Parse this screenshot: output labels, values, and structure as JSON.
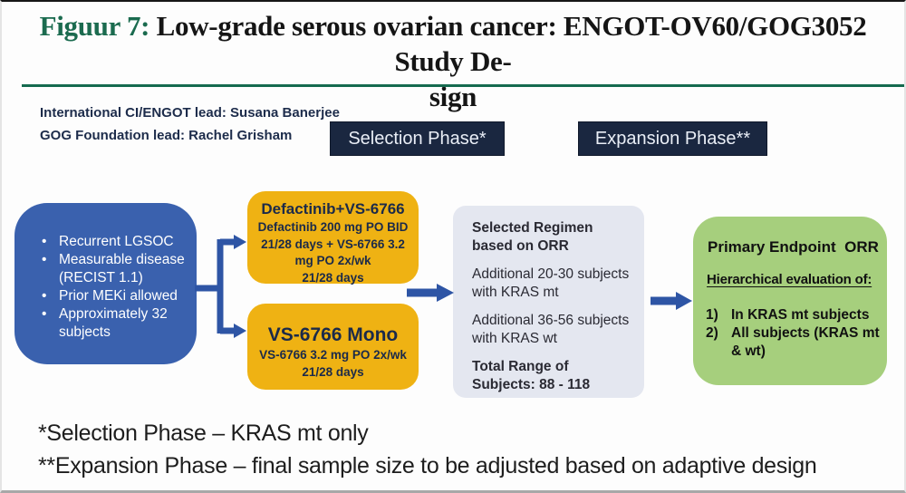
{
  "colors": {
    "title_accent": "#1b6b4f",
    "rule": "#156a4f",
    "header_bg": "#1a2740",
    "eligibility_bg": "#3a61ae",
    "arm_bg": "#efb213",
    "selected_bg": "#e4e7f0",
    "endpoint_bg": "#a6cf7d",
    "arrow": "#2e55a5"
  },
  "title": {
    "prefix": "Figuur 7:",
    "line1_rest": " Low-grade serous ovarian cancer: ENGOT-OV60/GOG3052 Study De-",
    "line2": "sign"
  },
  "leads": {
    "line1": "International CI/ENGOT lead: Susana Banerjee",
    "line2": "GOG Foundation lead: Rachel Grisham"
  },
  "phase_headers": {
    "selection": "Selection Phase*",
    "expansion": "Expansion Phase**"
  },
  "eligibility": {
    "bullet": "•",
    "items": [
      "Recurrent LGSOC",
      "Measurable disease (RECIST 1.1)",
      "Prior MEKi allowed",
      "Approximately 32 subjects"
    ]
  },
  "combo_arm": {
    "title": "Defactinib+VS-6766",
    "lines": [
      "Defactinib 200 mg PO BID",
      "21/28 days + VS-6766 3.2 mg PO 2x/wk",
      "21/28 days"
    ]
  },
  "mono_arm": {
    "title": "VS-6766 Mono",
    "lines": [
      "VS-6766 3.2 mg PO 2x/wk",
      "21/28 days"
    ]
  },
  "selected_regimen": {
    "p1": "Selected Regimen based on ORR",
    "p2": "Additional 20-30 subjects with KRAS mt",
    "p3": "Additional 36-56 subjects with KRAS wt",
    "p4": "Total Range of Subjects: 88 - 118"
  },
  "endpoint": {
    "title": "Primary Endpoint  ORR",
    "subtitle": "Hierarchical evaluation of:",
    "items": [
      {
        "num": "1)",
        "text": "In KRAS mt subjects"
      },
      {
        "num": "2)",
        "text": "All subjects (KRAS mt & wt)"
      }
    ]
  },
  "footnotes": {
    "line1": "*Selection Phase – KRAS mt only",
    "line2": "**Expansion Phase – final sample size to be adjusted based on adaptive design"
  }
}
